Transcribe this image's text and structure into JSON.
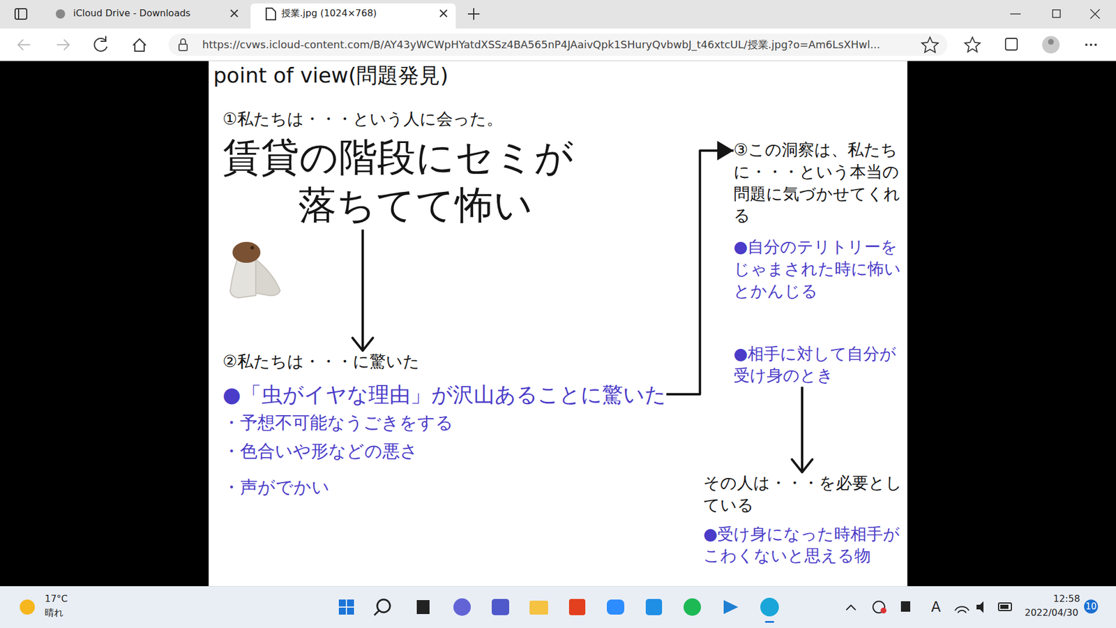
{
  "diagram": {
    "title": "point of view(問題発見)",
    "nodes": [
      {
        "text": [
          "①私たちは・・・という人に会った。",
          "賃貸の階段にセミが落ちてて怖い"
        ]
      },
      {
        "text": [
          "②私たちは・・・に驚いた",
          "●「虫がイヤな理由」が沢山あることに驚いた",
          "・予想不可能なうごきをする",
          "・色合いや形などの悪さ",
          "・声がでかい"
        ]
      },
      {
        "text": [
          "③この洞察は、私たちに・・・という本当の問題に気づかせてくれる",
          "●自分のテリトリーをじゃまされた時に怖いとかんじる",
          "●相手に対して自分が受け身のとき"
        ]
      },
      {
        "text": [
          "その人は・・・を必要としている",
          "●受け身になった時相手がこわくないと思える物"
        ]
      }
    ],
    "edges": [
      {
        "from": 0,
        "to": 1,
        "arrow": "to"
      },
      {
        "from": 1,
        "to": 2,
        "arrow": "to"
      },
      {
        "from": 2,
        "to": 3,
        "arrow": "to"
      }
    ],
    "labels": [
      "iCloud Drive - Downloads",
      "授業.jpg (1024×768)",
      "https://cvws.icloud-content.com/B/AY43yWCWpHYatdXSSz4BA565nP4JAaivQpk1SHuryQvbwbJ_t46xtcUL/授業.jpg?o=Am6LsXHwl...",
      "17°C",
      "晴れ",
      "A",
      "12:58",
      "2022/04/30",
      "10"
    ]
  }
}
